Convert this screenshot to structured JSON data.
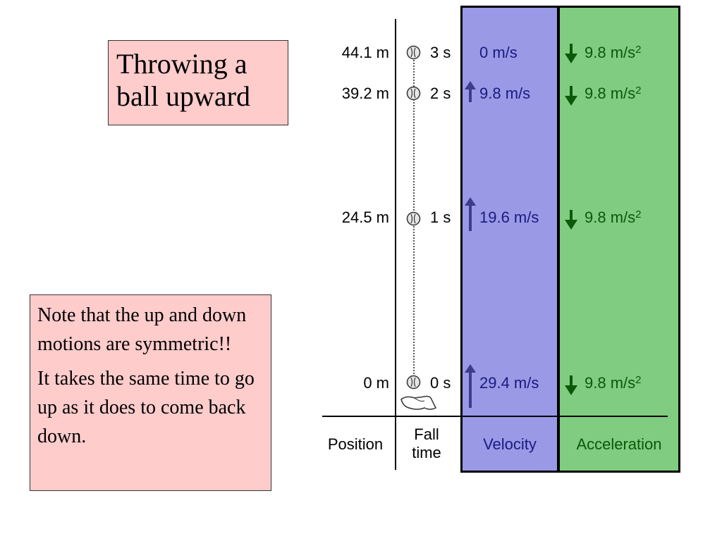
{
  "title": {
    "line1": "Throwing a",
    "line2": "ball upward"
  },
  "note": {
    "paragraph1": "Note that the up and down motions are symmetric!!",
    "paragraph2": "It takes the same time to go up as it does to come back down."
  },
  "headers": {
    "position": "Position",
    "fall_time_line1": "Fall",
    "fall_time_line2": "time",
    "velocity": "Velocity",
    "acceleration": "Acceleration"
  },
  "rows": [
    {
      "position": "44.1 m",
      "time": "3 s",
      "velocity": "0 m/s",
      "acceleration": "9.8 m/s",
      "accel_exp": "2"
    },
    {
      "position": "39.2 m",
      "time": "2 s",
      "velocity": "9.8 m/s",
      "acceleration": "9.8 m/s",
      "accel_exp": "2"
    },
    {
      "position": "24.5 m",
      "time": "1 s",
      "velocity": "19.6 m/s",
      "acceleration": "9.8 m/s",
      "accel_exp": "2"
    },
    {
      "position": "0 m",
      "time": "0 s",
      "velocity": "29.4 m/s",
      "acceleration": "9.8 m/s",
      "accel_exp": "2"
    }
  ],
  "colors": {
    "velocity_column": "#9999e6",
    "acceleration_column": "#80cc80",
    "note_background": "#ffcccc",
    "velocity_arrow": "#3c3c8c",
    "acceleration_arrow": "#0a5a0a"
  },
  "icons": {
    "ball": "baseball-icon",
    "hand": "hand-icon",
    "up_arrow": "up-arrow-icon",
    "down_arrow": "down-arrow-icon"
  }
}
